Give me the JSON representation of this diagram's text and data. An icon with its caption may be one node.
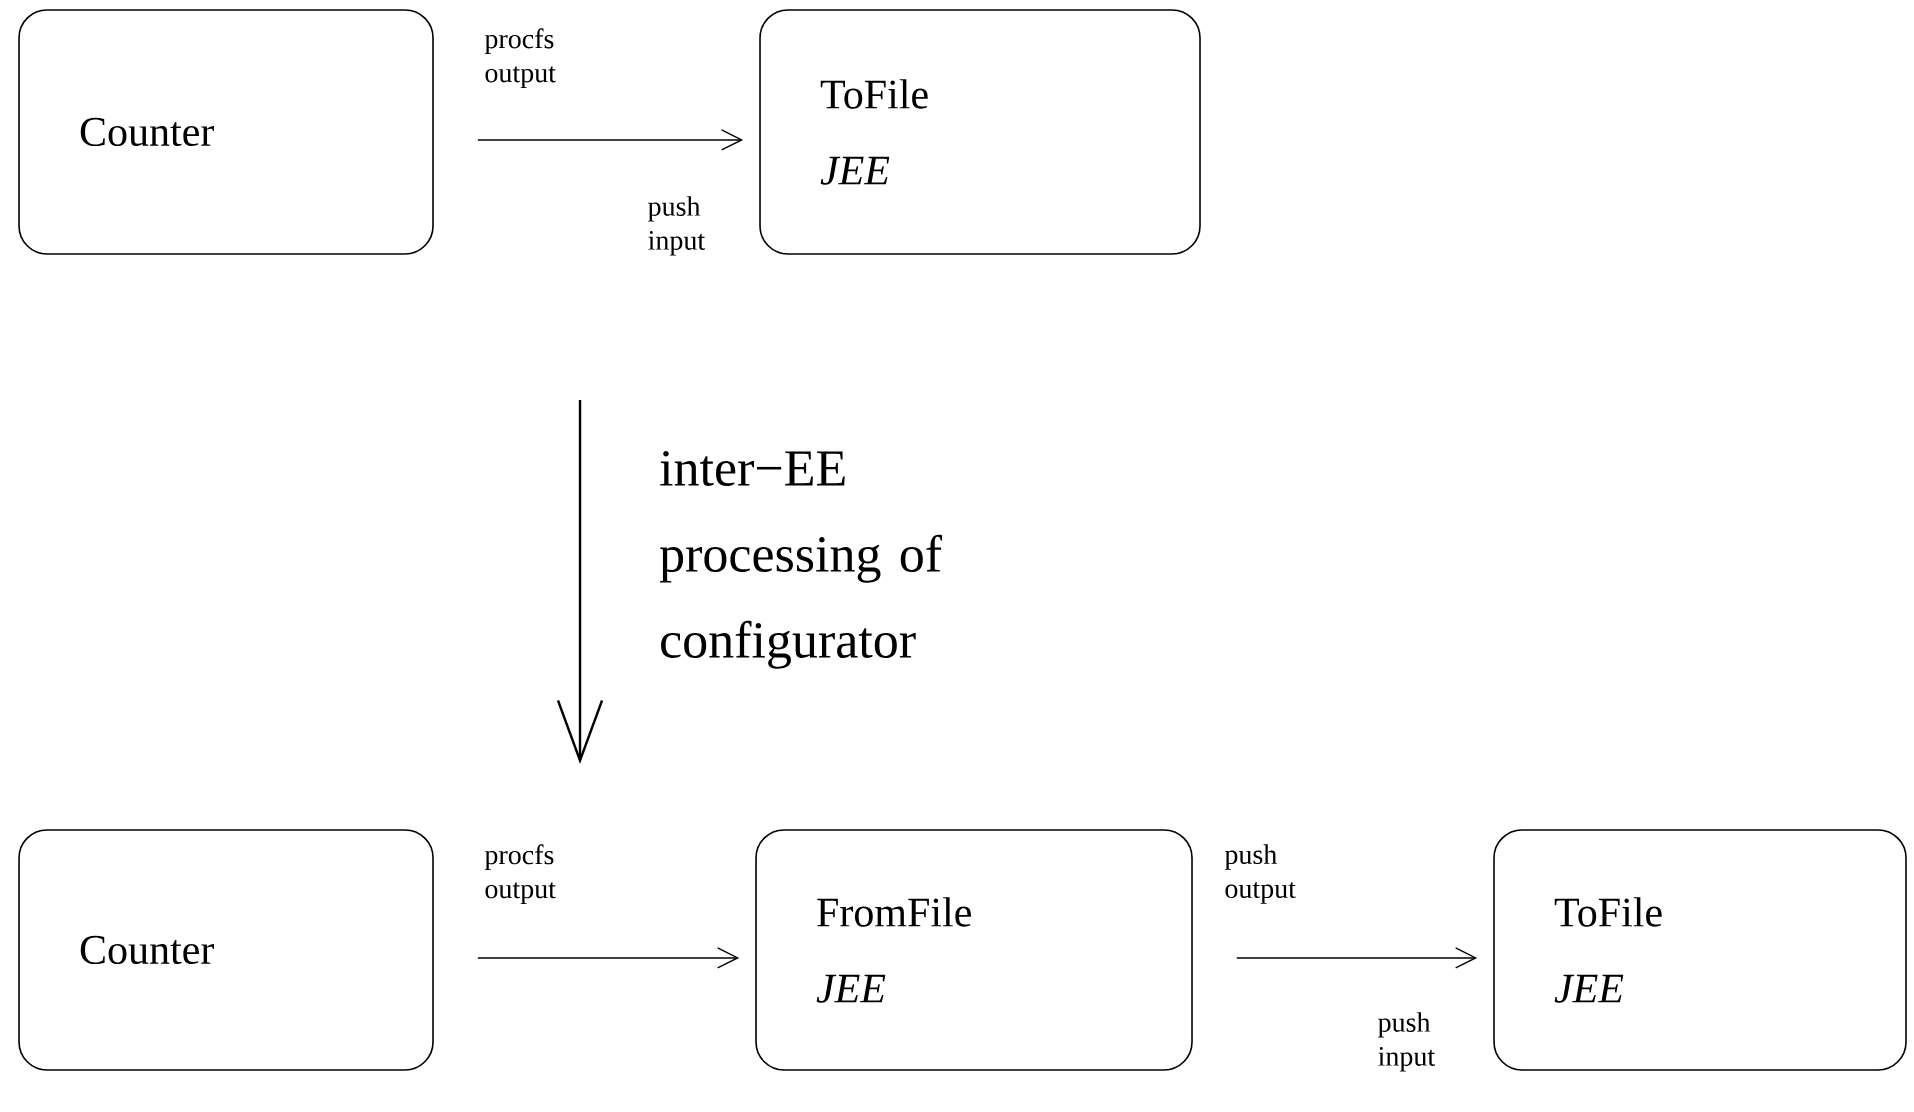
{
  "diagram": {
    "nodes": [
      {
        "text": [
          "Counter"
        ],
        "beside": [
          "procfs output"
        ]
      },
      {
        "text": [
          "ToFile",
          "JEE"
        ],
        "beside": [
          "push input"
        ]
      },
      {
        "text": [
          "Counter"
        ],
        "beside": [
          "procfs output"
        ]
      },
      {
        "text": [
          "FromFile",
          "JEE"
        ],
        "beside": [
          "push output"
        ]
      },
      {
        "text": [
          "ToFile",
          "JEE"
        ],
        "beside": [
          "push input"
        ]
      }
    ],
    "edges": [
      {
        "from": 0,
        "to": 1,
        "arrow": "to"
      },
      {
        "from": 2,
        "to": 3,
        "arrow": "to"
      },
      {
        "from": 3,
        "to": 4,
        "arrow": "to"
      }
    ],
    "labels": [
      "inter−EE processing of configurator"
    ]
  }
}
